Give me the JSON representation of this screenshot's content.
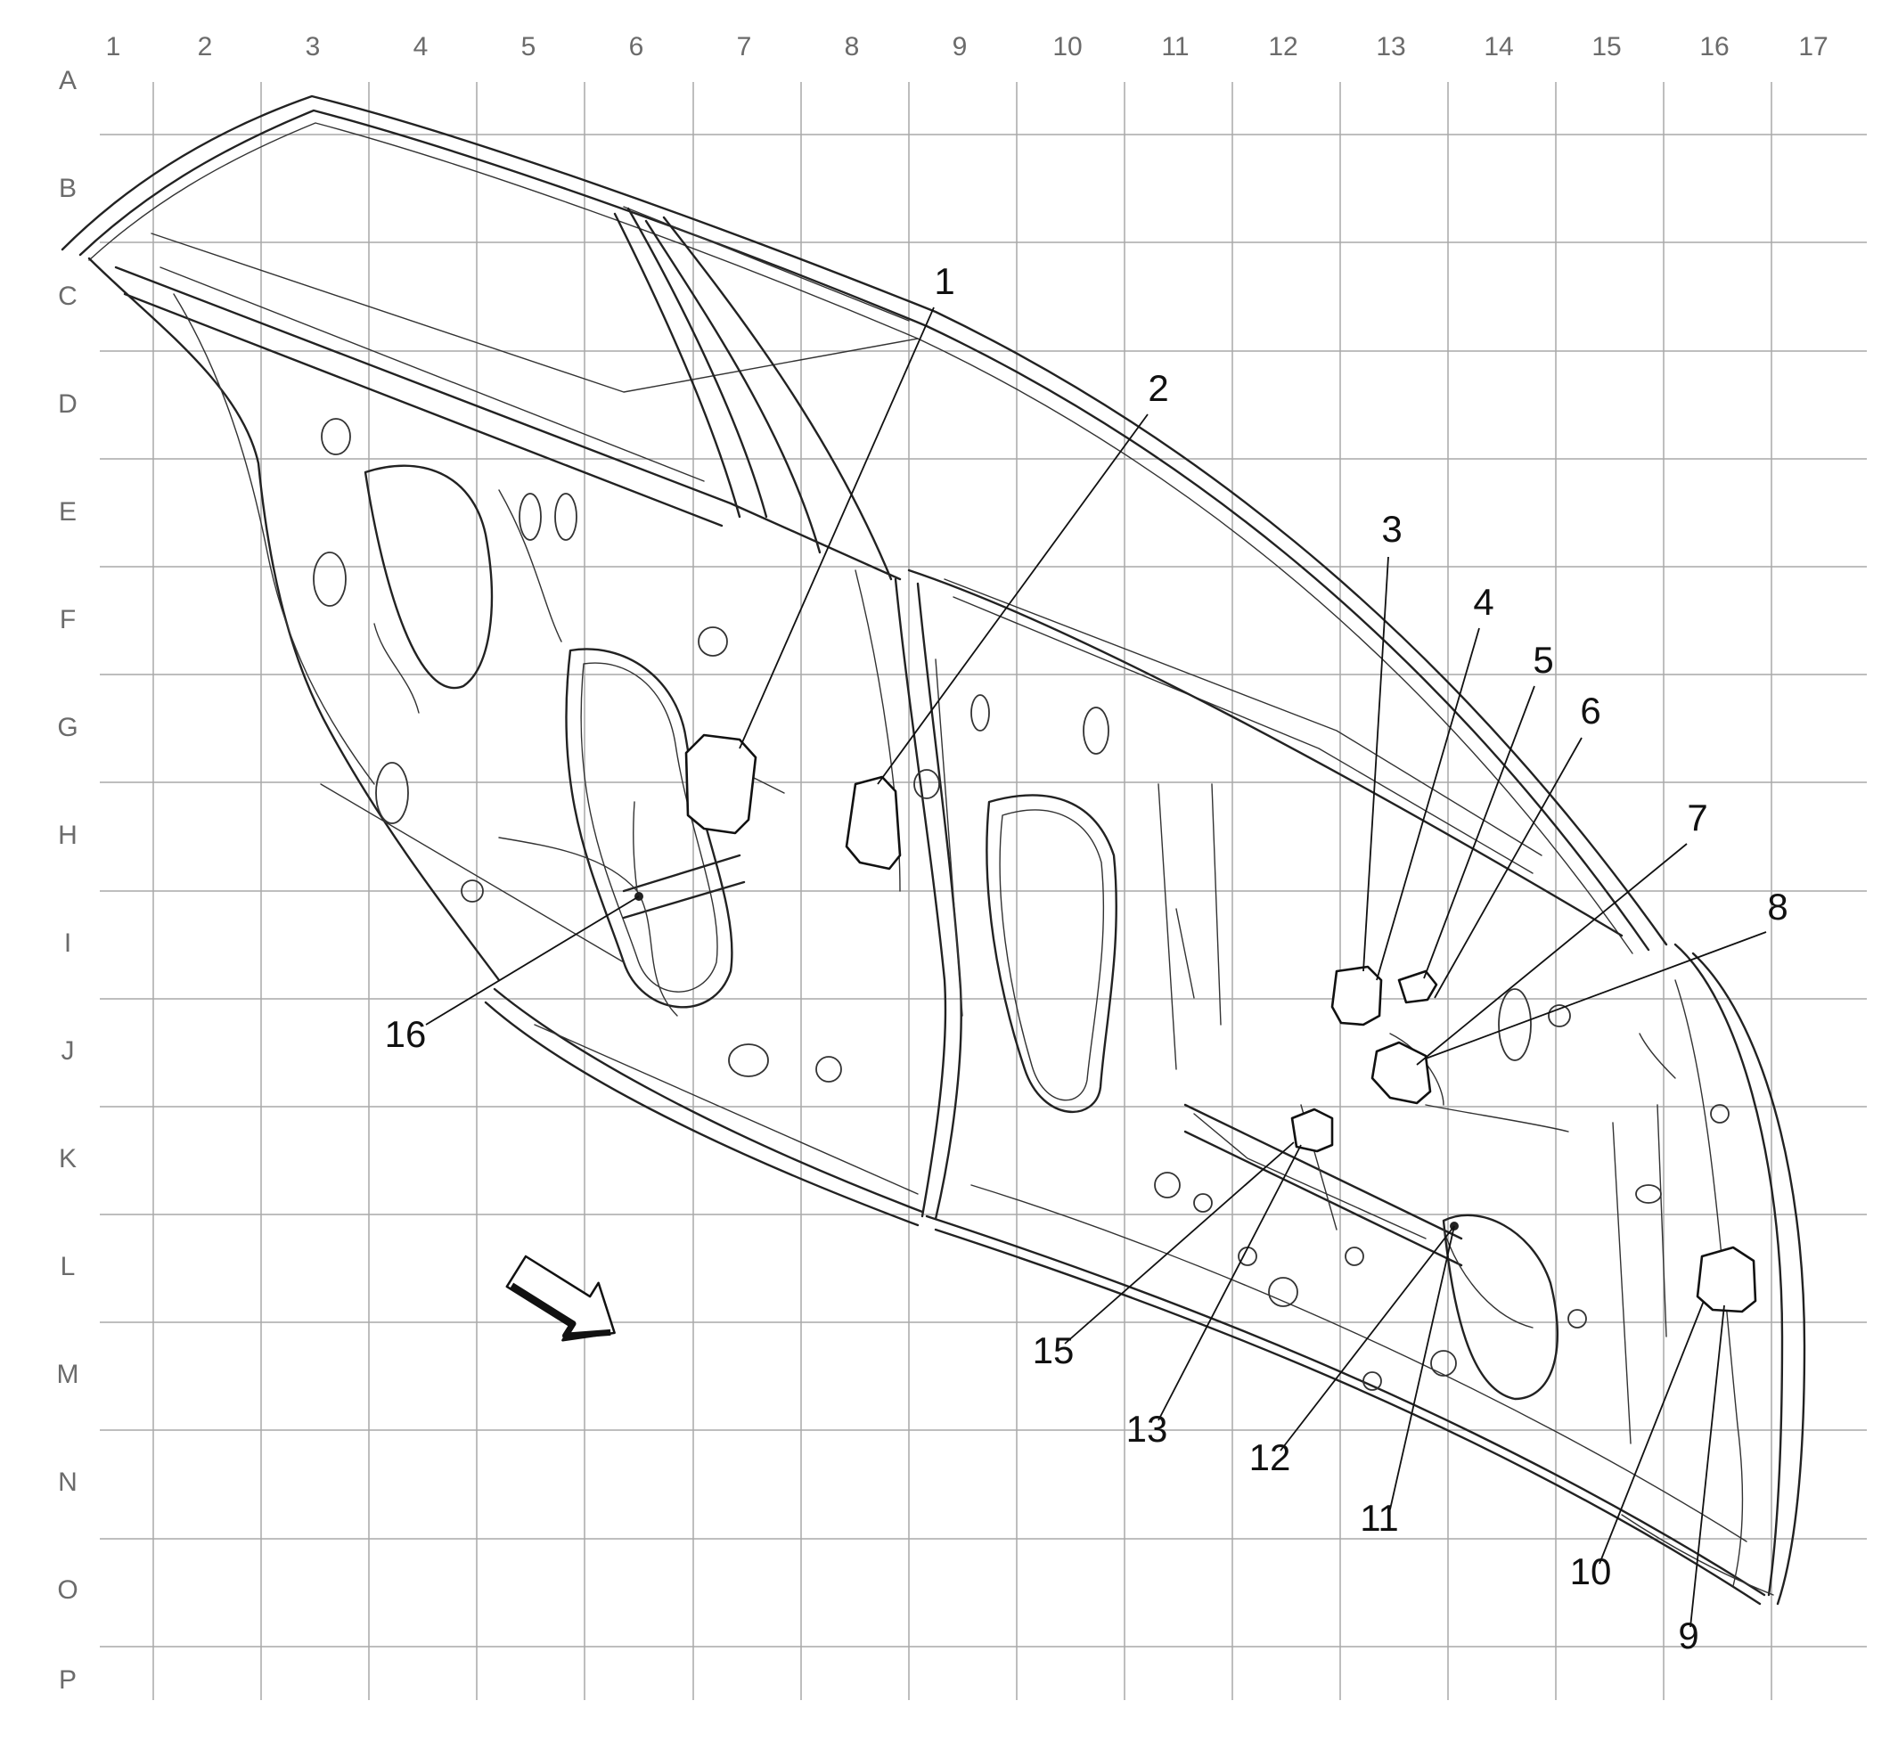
{
  "grid": {
    "columns": [
      "1",
      "2",
      "3",
      "4",
      "5",
      "6",
      "7",
      "8",
      "9",
      "10",
      "11",
      "12",
      "13",
      "14",
      "15",
      "16",
      "17"
    ],
    "rows": [
      "A",
      "B",
      "C",
      "D",
      "E",
      "F",
      "G",
      "H",
      "I",
      "J",
      "K",
      "L",
      "M",
      "N",
      "O",
      "P"
    ]
  },
  "callouts": [
    "1",
    "2",
    "3",
    "4",
    "5",
    "6",
    "7",
    "8",
    "9",
    "10",
    "11",
    "12",
    "13",
    "15",
    "16"
  ],
  "colors": {
    "grid": "#a9a9a9",
    "label": "#6b6b6b",
    "line": "#222222"
  },
  "icons": {
    "direction": "view-direction-arrow-icon"
  }
}
